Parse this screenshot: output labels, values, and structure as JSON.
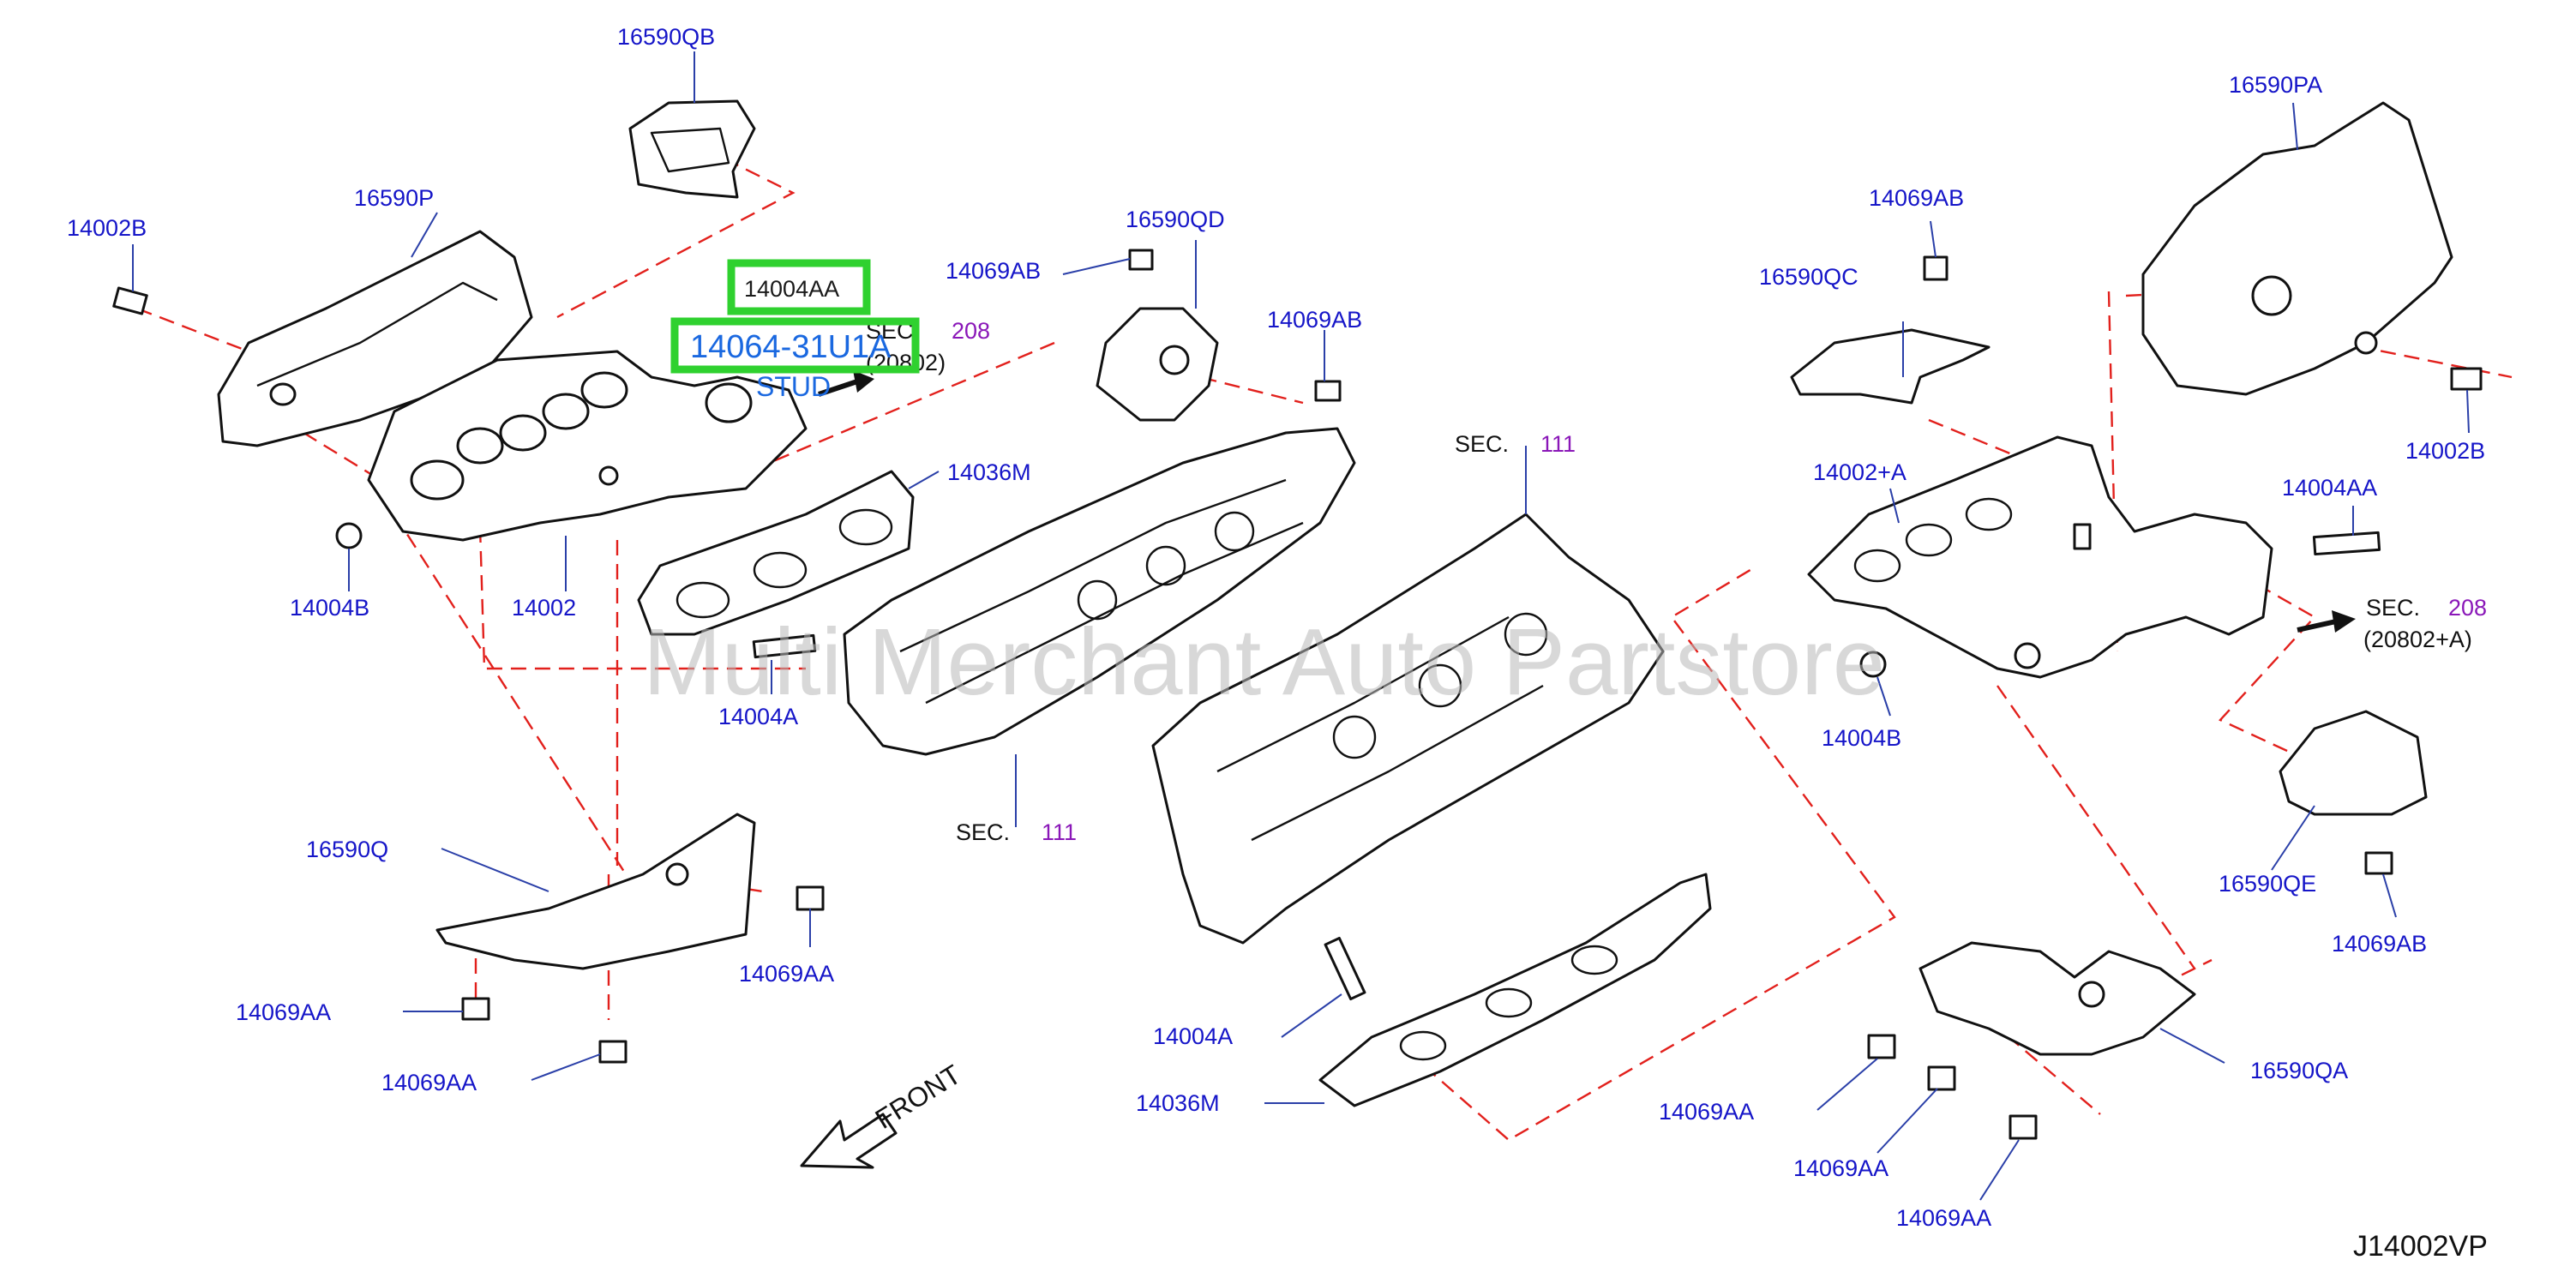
{
  "diagram": {
    "drawing_code": "J14002VP",
    "watermark": "Multi Merchant Auto Partstore",
    "front_label": "FRONT",
    "highlights": {
      "part_a": "14004AA",
      "part_b": "14064-31U1A",
      "part_b_desc": "STUD"
    },
    "left_bank": {
      "heat_insulator_upper_top": "16590QB",
      "heat_insulator_upper": "16590P",
      "bolt_upper_left": "14002B",
      "manifold": "14002",
      "nut_lower": "14004B",
      "gasket": "14036M",
      "stud": "14004A",
      "bracket_insulator": "16590QD",
      "bolt_bracket_left": "14069AB",
      "bolt_bracket_right": "14069AB",
      "heat_insulator_lower": "16590Q",
      "bolt_lower_1": "14069AA",
      "bolt_lower_2": "14069AA",
      "bolt_lower_3": "14069AA"
    },
    "right_bank": {
      "heat_insulator_upper": "16590PA",
      "bolt_upper": "14002B",
      "stud_upper": "14004AA",
      "bracket_bolt": "14069AB",
      "bracket_insulator": "16590QC",
      "manifold": "14002+A",
      "nut_lower": "14004B",
      "stud_lower": "14004A",
      "gasket": "14036M",
      "rear_insulator": "16590QE",
      "rear_bolt": "14069AB",
      "heat_insulator_lower": "16590QA",
      "bolt_lower_1": "14069AA",
      "bolt_lower_2": "14069AA",
      "bolt_lower_3": "14069AA"
    },
    "section_refs": {
      "sec_label": "SEC.",
      "sec_exhaust_left_num": "208",
      "sec_exhaust_left_sub": "(20802)",
      "sec_exhaust_right_num": "208",
      "sec_exhaust_right_sub": "(20802+A)",
      "sec_head_left_num": "111",
      "sec_head_right_num": "111"
    }
  },
  "colors": {
    "part_number": "#1515c8",
    "section_number": "#8a17b8",
    "dashed_leader": "#e2201c",
    "highlight_box": "#2fd12f",
    "highlight_text": "#1a68e0"
  }
}
